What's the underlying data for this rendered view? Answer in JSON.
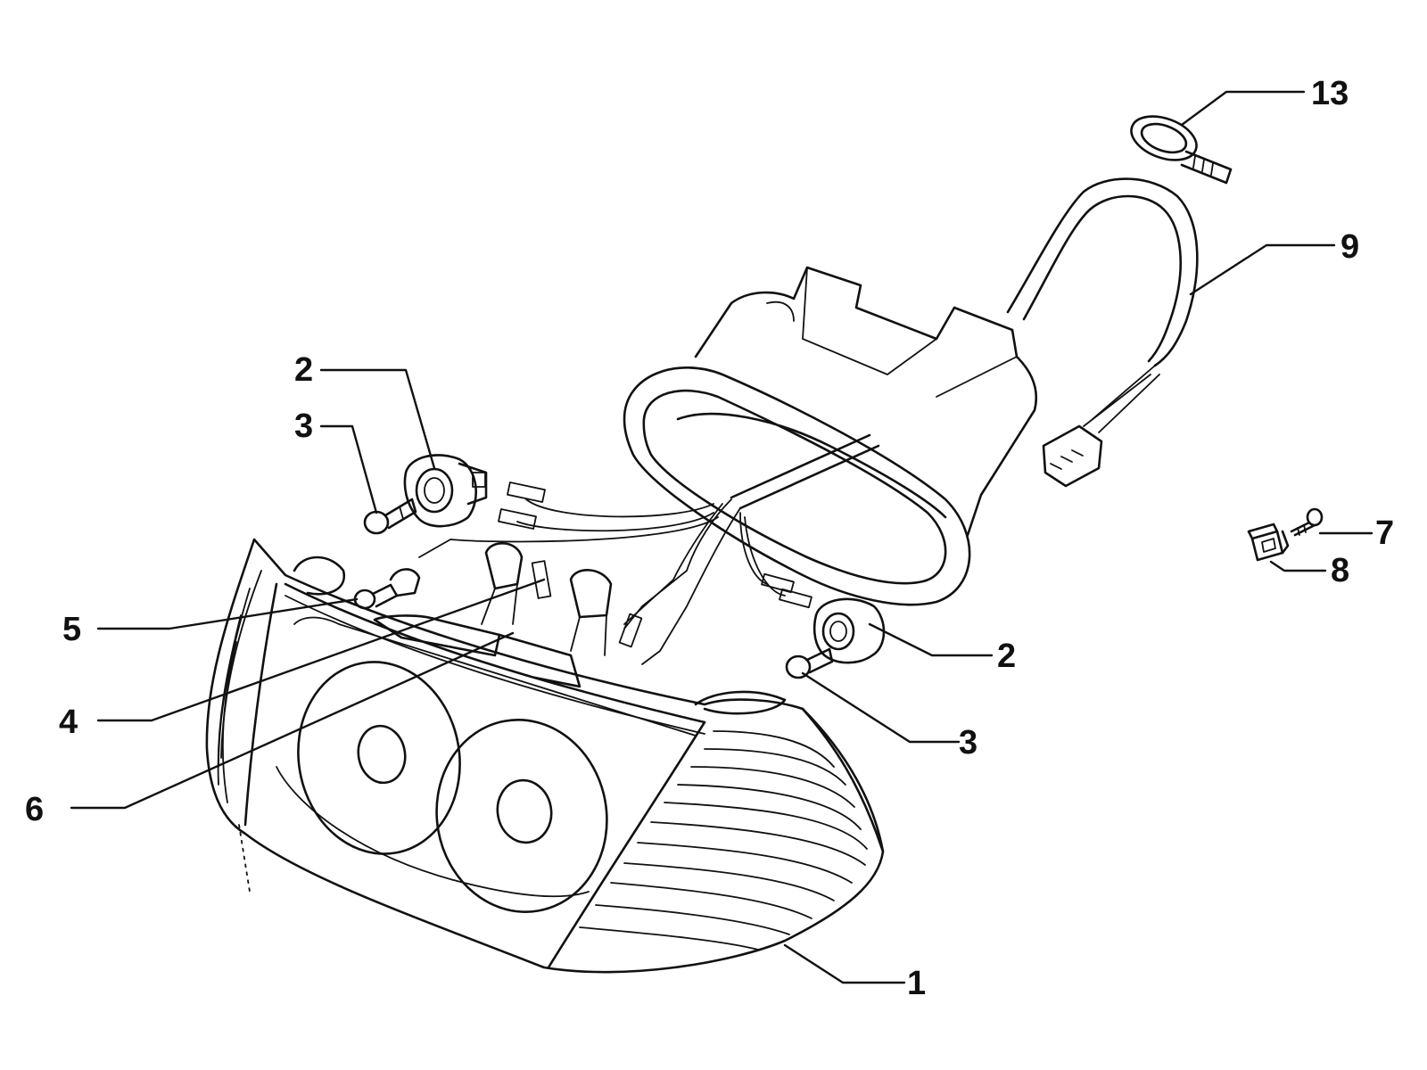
{
  "diagram": {
    "callouts": [
      {
        "id": "c13",
        "label": "13"
      },
      {
        "id": "c9",
        "label": "9"
      },
      {
        "id": "c2a",
        "label": "2"
      },
      {
        "id": "c3a",
        "label": "3"
      },
      {
        "id": "c7",
        "label": "7"
      },
      {
        "id": "c8",
        "label": "8"
      },
      {
        "id": "c5",
        "label": "5"
      },
      {
        "id": "c2b",
        "label": "2"
      },
      {
        "id": "c4",
        "label": "4"
      },
      {
        "id": "c3b",
        "label": "3"
      },
      {
        "id": "c6",
        "label": "6"
      },
      {
        "id": "c1",
        "label": "1"
      }
    ]
  }
}
